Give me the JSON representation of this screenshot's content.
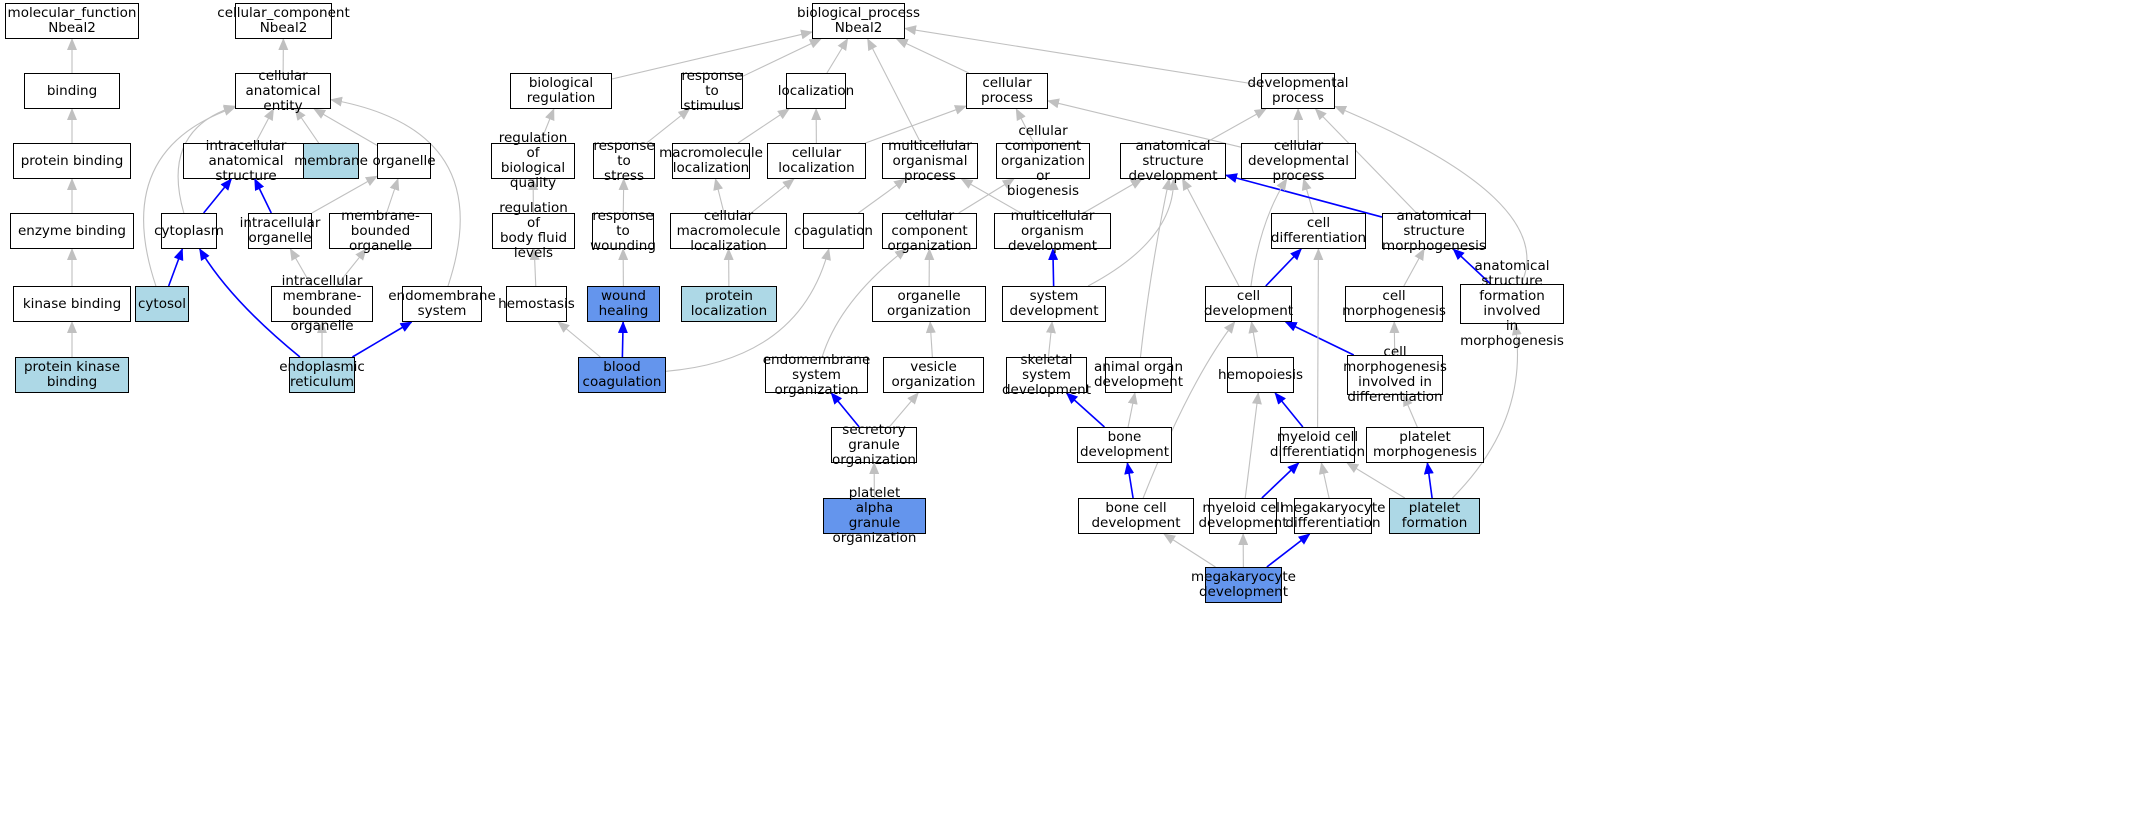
{
  "nodes": {
    "mf_root": "molecular_function\nNbeal2",
    "binding": "binding",
    "protein_binding": "protein binding",
    "enzyme_binding": "enzyme binding",
    "kinase_binding": "kinase binding",
    "protein_kinase_binding": "protein kinase\nbinding",
    "cc_root": "cellular_component\nNbeal2",
    "cellular_anatomical_entity": "cellular anatomical\nentity",
    "intracellular_anatomical_structure": "intracellular\nanatomical structure",
    "membrane": "membrane",
    "organelle": "organelle",
    "cytoplasm": "cytoplasm",
    "intracellular_organelle": "intracellular\norganelle",
    "membrane_bounded_organelle": "membrane-bounded\norganelle",
    "cytosol": "cytosol",
    "intracellular_membrane_bounded_organelle": "intracellular\nmembrane-bounded\norganelle",
    "endomembrane_system": "endomembrane\nsystem",
    "endoplasmic_reticulum": "endoplasmic\nreticulum",
    "bp_root": "biological_process\nNbeal2",
    "biological_regulation": "biological regulation",
    "response_to_stimulus": "response to\nstimulus",
    "localization": "localization",
    "cellular_process": "cellular process",
    "developmental_process": "developmental\nprocess",
    "regulation_of_biological_quality": "regulation of\nbiological quality",
    "response_to_stress": "response to\nstress",
    "macromolecule_localization": "macromolecule\nlocalization",
    "cellular_localization": "cellular localization",
    "multicellular_organismal_process": "multicellular\norganismal process",
    "cellular_component_organization_or_biogenesis": "cellular component\norganization\nor biogenesis",
    "anatomical_structure_development": "anatomical structure\ndevelopment",
    "cellular_developmental_process": "cellular developmental\nprocess",
    "regulation_of_body_fluid_levels": "regulation of\nbody fluid levels",
    "response_to_wounding": "response to\nwounding",
    "cellular_macromolecule_localization": "cellular macromolecule\nlocalization",
    "coagulation": "coagulation",
    "cellular_component_organization": "cellular component\norganization",
    "multicellular_organism_development": "multicellular\norganism development",
    "cell_differentiation": "cell differentiation",
    "anatomical_structure_morphogenesis": "anatomical structure\nmorphogenesis",
    "hemostasis": "hemostasis",
    "wound_healing": "wound healing",
    "protein_localization": "protein localization",
    "organelle_organization": "organelle organization",
    "system_development": "system development",
    "cell_development": "cell development",
    "cell_morphogenesis": "cell morphogenesis",
    "anatomical_structure_formation": "anatomical structure\nformation involved\nin morphogenesis",
    "blood_coagulation": "blood coagulation",
    "endomembrane_system_organization": "endomembrane\nsystem organization",
    "vesicle_organization": "vesicle organization",
    "skeletal_system_development": "skeletal system\ndevelopment",
    "animal_organ_development": "animal organ\ndevelopment",
    "hemopoiesis": "hemopoiesis",
    "cell_morphogenesis_differentiation": "cell morphogenesis\ninvolved in\ndifferentiation",
    "secretory_granule_organization": "secretory granule\norganization",
    "bone_development": "bone development",
    "myeloid_cell_differentiation": "myeloid cell\ndifferentiation",
    "platelet_morphogenesis": "platelet morphogenesis",
    "platelet_alpha_granule_organization": "platelet alpha\ngranule organization",
    "bone_cell_development": "bone cell development",
    "myeloid_cell_development": "myeloid cell\ndevelopment",
    "megakaryocyte_differentiation": "megakaryocyte\ndifferentiation",
    "platelet_formation": "platelet formation",
    "megakaryocyte_development": "megakaryocyte\ndevelopment"
  },
  "colors": {
    "highlight_light": "#add8e6",
    "highlight_dark": "#6495ed",
    "edge_gray": "#c0c0c0",
    "edge_blue": "#0000ff",
    "border": "#000000"
  }
}
